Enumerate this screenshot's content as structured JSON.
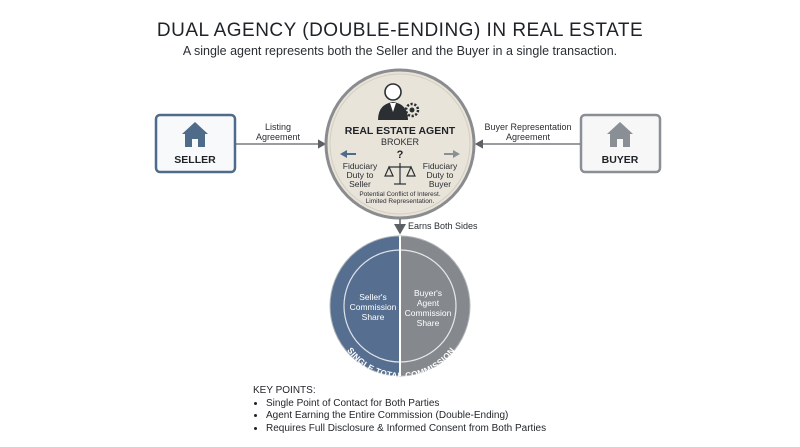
{
  "title": "DUAL AGENCY (DOUBLE-ENDING) IN REAL ESTATE",
  "subtitle": "A single agent represents both the Seller and the Buyer in a single transaction.",
  "seller": {
    "label": "SELLER",
    "icon": "house-icon",
    "color": "#4f6b8a"
  },
  "buyer": {
    "label": "BUYER",
    "icon": "house-icon",
    "color": "#8a8f95"
  },
  "seller_link": {
    "line1": "Listing",
    "line2": "Agreement"
  },
  "buyer_link": {
    "line1": "Buyer Representation",
    "line2": "Agreement"
  },
  "agent": {
    "title": "REAL ESTATE AGENT",
    "subtitle": "BROKER",
    "question": "?",
    "left_duty": [
      "Fiduciary",
      "Duty to",
      "Seller"
    ],
    "right_duty": [
      "Fiduciary",
      "Duty to",
      "Buyer"
    ],
    "note1": "Potential Conflict of Interest.",
    "note2": "Limited Representation.",
    "icons": [
      "person-icon",
      "gear-icon",
      "scales-icon"
    ]
  },
  "earns_label": "Earns Both Sides",
  "commission": {
    "left_share": [
      "Seller's",
      "Commission",
      "Share"
    ],
    "right_share": [
      "Buyer's",
      "Agent",
      "Commission",
      "Share"
    ],
    "ring_label": "SINGLE TOTAL COMMISSION",
    "left_color": "#566f90",
    "right_color": "#85898e"
  },
  "key_points": {
    "heading": "KEY POINTS:",
    "items": [
      "Single Point of Contact for Both Parties",
      "Agent Earning the Entire Commission (Double-Ending)",
      "Requires Full Disclosure & Informed Consent from Both Parties"
    ]
  }
}
